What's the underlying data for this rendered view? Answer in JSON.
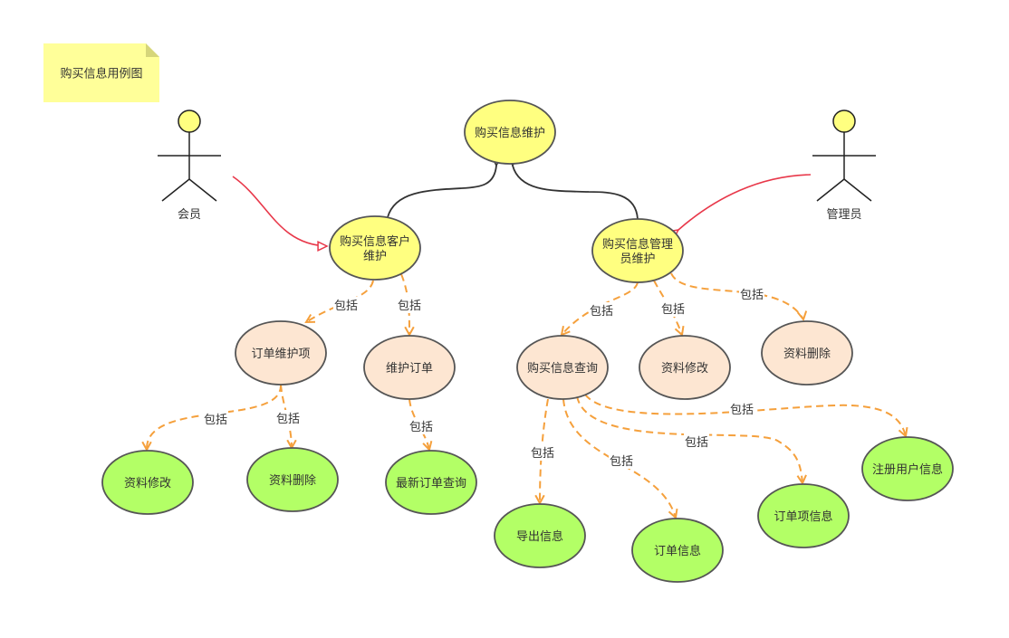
{
  "note": {
    "text": "购买信息用例图",
    "color": "#ffff99"
  },
  "colors": {
    "main": "#ffff80",
    "sub": "#fde6d2",
    "leaf": "#b3ff66",
    "stroke": "#555555",
    "include": "#f5a03c",
    "assoc": "#e8384a",
    "generalize": "#333333"
  },
  "include_label": "包括",
  "actors": [
    {
      "id": "member",
      "label": "会员"
    },
    {
      "id": "admin",
      "label": "管理员"
    }
  ],
  "nodes": [
    {
      "id": "root",
      "lines": [
        "购买信息维护"
      ],
      "kind": "main"
    },
    {
      "id": "cust",
      "lines": [
        "购买信息客户",
        "维护"
      ],
      "kind": "main"
    },
    {
      "id": "mgr",
      "lines": [
        "购买信息管理",
        "员维护"
      ],
      "kind": "main"
    },
    {
      "id": "orderitem",
      "lines": [
        "订单维护项"
      ],
      "kind": "sub"
    },
    {
      "id": "maintorder",
      "lines": [
        "维护订单"
      ],
      "kind": "sub"
    },
    {
      "id": "query",
      "lines": [
        "购买信息查询"
      ],
      "kind": "sub"
    },
    {
      "id": "edit2",
      "lines": [
        "资料修改"
      ],
      "kind": "sub"
    },
    {
      "id": "del2",
      "lines": [
        "资料删除"
      ],
      "kind": "sub"
    },
    {
      "id": "edit1",
      "lines": [
        "资料修改"
      ],
      "kind": "leaf"
    },
    {
      "id": "del1",
      "lines": [
        "资料删除"
      ],
      "kind": "leaf"
    },
    {
      "id": "latest",
      "lines": [
        "最新订单查询"
      ],
      "kind": "leaf"
    },
    {
      "id": "export",
      "lines": [
        "导出信息"
      ],
      "kind": "leaf"
    },
    {
      "id": "orderinfo",
      "lines": [
        "订单信息"
      ],
      "kind": "leaf"
    },
    {
      "id": "orderiteminfo",
      "lines": [
        "订单项信息"
      ],
      "kind": "leaf"
    },
    {
      "id": "reguser",
      "lines": [
        "注册用户信息"
      ],
      "kind": "leaf"
    }
  ],
  "edges": [
    {
      "from": "cust",
      "to": "root",
      "type": "generalize"
    },
    {
      "from": "mgr",
      "to": "root",
      "type": "generalize"
    },
    {
      "from": "member",
      "to": "cust",
      "type": "association"
    },
    {
      "from": "admin",
      "to": "mgr",
      "type": "association"
    },
    {
      "from": "cust",
      "to": "orderitem",
      "type": "include"
    },
    {
      "from": "cust",
      "to": "maintorder",
      "type": "include"
    },
    {
      "from": "mgr",
      "to": "query",
      "type": "include"
    },
    {
      "from": "mgr",
      "to": "edit2",
      "type": "include"
    },
    {
      "from": "mgr",
      "to": "del2",
      "type": "include"
    },
    {
      "from": "orderitem",
      "to": "edit1",
      "type": "include"
    },
    {
      "from": "orderitem",
      "to": "del1",
      "type": "include"
    },
    {
      "from": "maintorder",
      "to": "latest",
      "type": "include"
    },
    {
      "from": "query",
      "to": "export",
      "type": "include"
    },
    {
      "from": "query",
      "to": "orderinfo",
      "type": "include"
    },
    {
      "from": "query",
      "to": "orderiteminfo",
      "type": "include"
    },
    {
      "from": "query",
      "to": "reguser",
      "type": "include"
    }
  ]
}
